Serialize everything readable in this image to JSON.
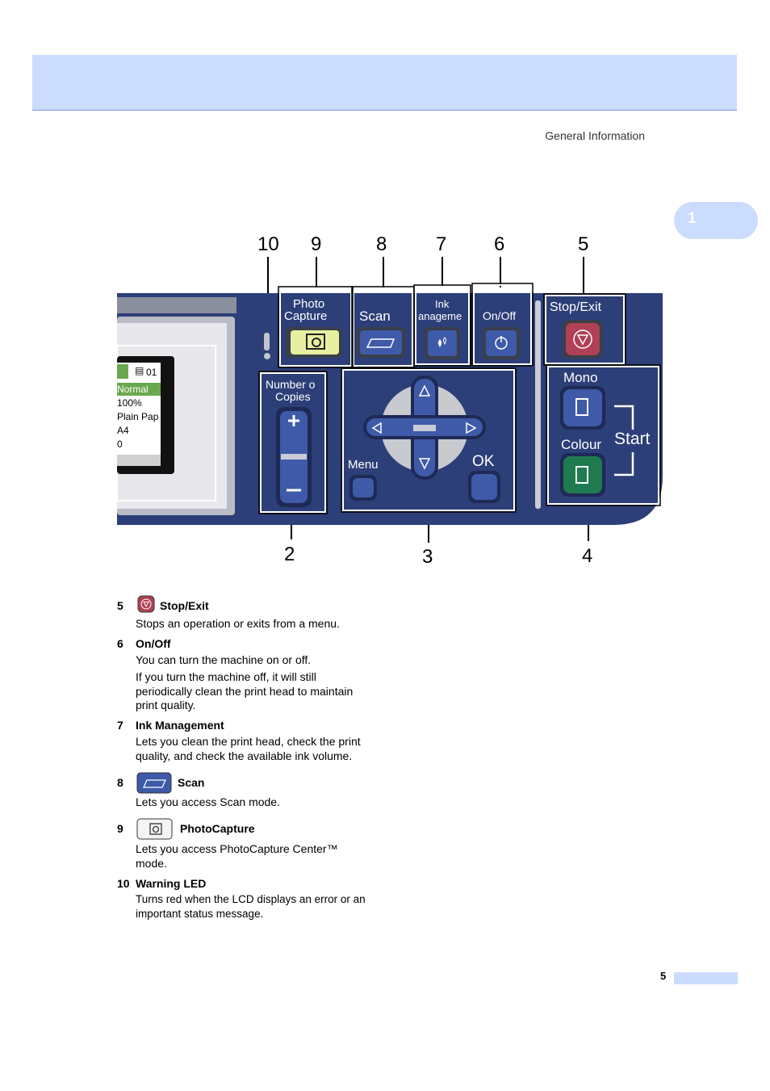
{
  "header": {
    "running_head": "General Information",
    "chapter_tab": "1"
  },
  "footer": {
    "page_number": "5"
  },
  "panel": {
    "callouts": [
      "10",
      "9",
      "8",
      "7",
      "6",
      "5",
      "2",
      "3",
      "4"
    ],
    "labels": {
      "photo_capture_1": "Photo",
      "photo_capture_2": "Capture",
      "scan": "Scan",
      "ink_1": "Ink",
      "ink_2": "anageme",
      "on_off": "On/Off",
      "stop_exit": "Stop/Exit",
      "number_1": "Number o",
      "number_2": "Copies",
      "menu": "Menu",
      "ok": "OK",
      "mono": "Mono",
      "colour": "Colour",
      "start": "Start",
      "warning": "!"
    },
    "lcd": {
      "copies": "01",
      "rows": [
        "Normal",
        "100%",
        "Plain Pap",
        "A4",
        "0"
      ]
    }
  },
  "items": [
    {
      "num": "5",
      "title": "Stop/Exit",
      "desc": [
        "Stops an operation or exits from a menu."
      ]
    },
    {
      "num": "6",
      "title": "On/Off",
      "desc": [
        "You can turn the machine on or off.",
        "If you turn the machine off, it will still periodically clean the print head to maintain print quality."
      ]
    },
    {
      "num": "7",
      "title": "Ink Management",
      "desc": [
        "Lets you clean the print head, check the print quality, and check the available ink volume."
      ]
    },
    {
      "num": "8",
      "title": "Scan",
      "desc": [
        "Lets you access Scan mode."
      ]
    },
    {
      "num": "9",
      "title": "PhotoCapture",
      "desc": [
        "Lets you access PhotoCapture Center™ mode."
      ]
    },
    {
      "num": "10",
      "title": "Warning LED",
      "desc": [
        "Turns red when the LCD displays an error or an important status message."
      ]
    }
  ],
  "colors": {
    "panel": "#2d3f78",
    "header_band": "#cbdcff",
    "stop_button": "#b04055",
    "start_mono": "#2f4f9e",
    "start_colour": "#1f7a4f"
  }
}
